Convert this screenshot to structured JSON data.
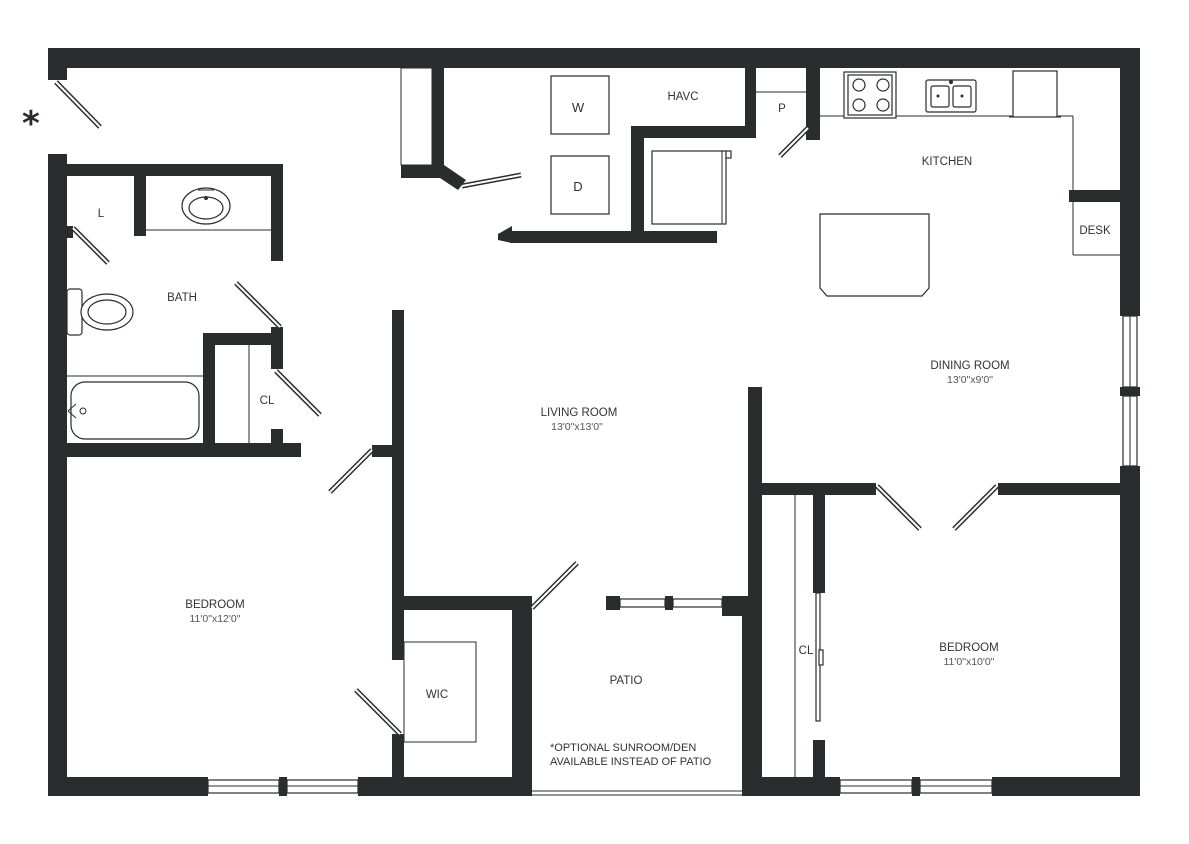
{
  "marker": "*",
  "rooms": {
    "living_room": {
      "name": "LIVING ROOM",
      "dims": "13'0\"x13'0\""
    },
    "dining_room": {
      "name": "DINING ROOM",
      "dims": "13'0\"x9'0\""
    },
    "kitchen": {
      "name": "KITCHEN"
    },
    "bath": {
      "name": "BATH"
    },
    "bedroom_1": {
      "name": "BEDROOM",
      "dims": "11'0\"x12'0\""
    },
    "bedroom_2": {
      "name": "BEDROOM",
      "dims": "11'0\"x10'0\""
    },
    "patio": {
      "name": "PATIO"
    },
    "wic": {
      "name": "WIC"
    },
    "closet_bath": {
      "name": "CL"
    },
    "closet_bedroom": {
      "name": "CL"
    },
    "havc": {
      "name": "HAVC"
    },
    "pantry": {
      "name": "P"
    },
    "desk": {
      "name": "DESK"
    },
    "linen": {
      "name": "L"
    }
  },
  "appliances": {
    "washer": "W",
    "dryer": "D"
  },
  "note": {
    "line1": "*OPTIONAL SUNROOM/DEN",
    "line2": "AVAILABLE INSTEAD OF PATIO"
  }
}
